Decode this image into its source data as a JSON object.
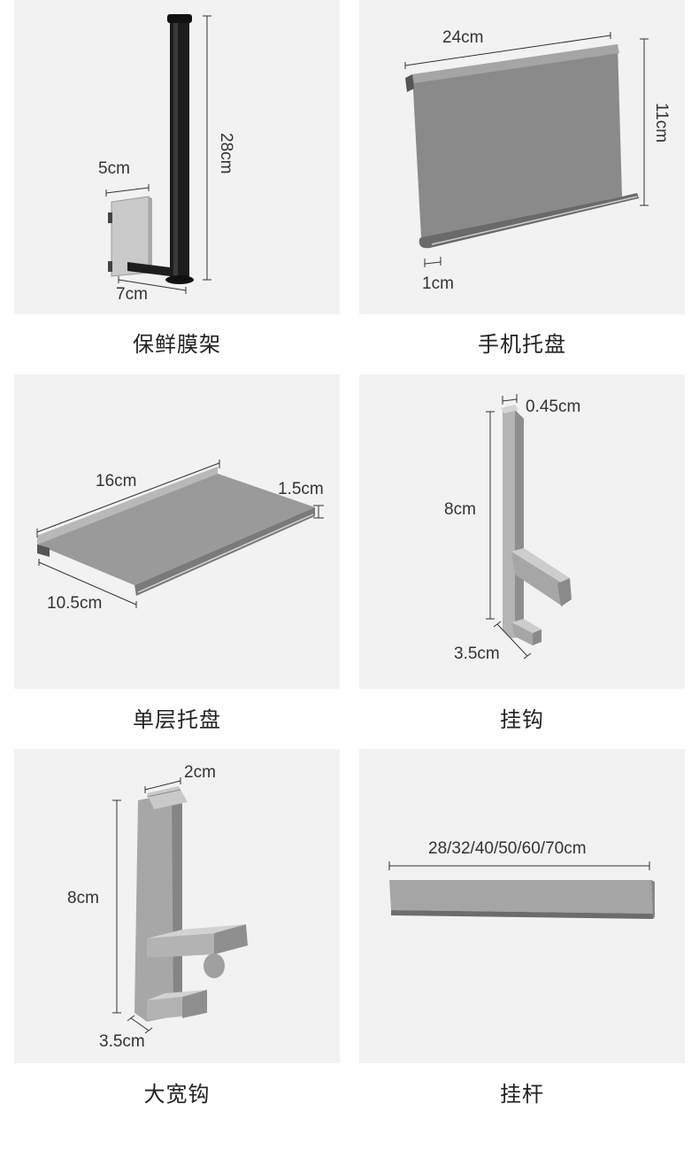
{
  "products": [
    {
      "name": "保鲜膜架",
      "dims": [
        "5cm",
        "28cm",
        "7cm"
      ]
    },
    {
      "name": "手机托盘",
      "dims": [
        "24cm",
        "11cm",
        "1cm"
      ]
    },
    {
      "name": "单层托盘",
      "dims": [
        "16cm",
        "1.5cm",
        "10.5cm"
      ]
    },
    {
      "name": "挂钩",
      "dims": [
        "0.45cm",
        "8cm",
        "3.5cm"
      ]
    },
    {
      "name": "大宽钩",
      "dims": [
        "2cm",
        "8cm",
        "3.5cm"
      ]
    },
    {
      "name": "挂杆",
      "dims": [
        "28/32/40/50/60/70cm"
      ]
    }
  ]
}
